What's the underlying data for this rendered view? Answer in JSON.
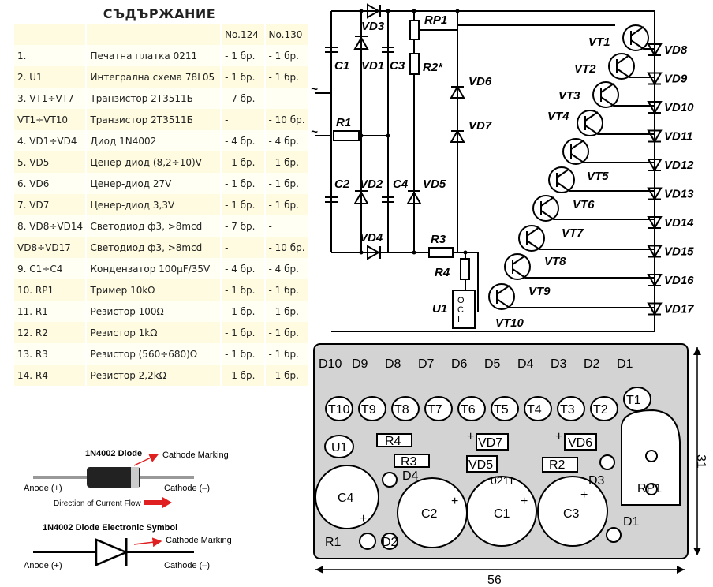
{
  "bom": {
    "title": "СЪДЪРЖАНИЕ",
    "header": [
      "",
      "",
      "No.124",
      "No.130"
    ],
    "rows": [
      [
        "1.",
        "Печатна платка 0211",
        "- 1 бр.",
        "- 1 бр."
      ],
      [
        "2. U1",
        "Интегрална схема 78L05",
        "- 1 бр.",
        "- 1 бр."
      ],
      [
        "3. VT1÷VT7",
        "Транзистор 2Т3511Б",
        "- 7 бр.",
        "-"
      ],
      [
        "VT1÷VT10",
        "Транзистор 2Т3511Б",
        "-",
        "- 10 бр."
      ],
      [
        "4. VD1÷VD4",
        "Диод 1N4002",
        "- 4 бр.",
        "- 4 бр."
      ],
      [
        "5. VD5",
        "Ценер-диод (8,2÷10)V",
        "- 1 бр.",
        "- 1 бр."
      ],
      [
        "6. VD6",
        "Ценер-диод 27V",
        "- 1 бр.",
        "- 1 бр."
      ],
      [
        "7. VD7",
        "Ценер-диод 3,3V",
        "- 1 бр.",
        "- 1 бр."
      ],
      [
        "8. VD8÷VD14",
        "Светодиод ф3, >8mcd",
        "- 7 бр.",
        "-"
      ],
      [
        "VD8÷VD17",
        "Светодиод ф3, >8mcd",
        "-",
        "- 10 бр."
      ],
      [
        "9. C1÷C4",
        "Кондензатор 100µF/35V",
        "- 4 бр.",
        "- 4 бр."
      ],
      [
        "10. RP1",
        "Тример 10kΩ",
        "- 1 бр.",
        "- 1 бр."
      ],
      [
        "11. R1",
        "Резистор 100Ω",
        "- 1 бр.",
        "- 1 бр."
      ],
      [
        "12. R2",
        "Резистор 1kΩ",
        "- 1 бр.",
        "- 1 бр."
      ],
      [
        "13. R3",
        "Резистор (560÷680)Ω",
        "- 1 бр.",
        "- 1 бр."
      ],
      [
        "14. R4",
        "Резистор 2,2kΩ",
        "- 1 бр.",
        "- 1 бр."
      ]
    ]
  },
  "diode_info": {
    "title": "1N4002 Diode",
    "cathode_marking": "Cathode Marking",
    "anode": "Anode (+)",
    "cathode": "Cathode (–)",
    "direction": "Direction of Current Flow",
    "symbol_title": "1N4002 Diode Electronic Symbol",
    "cathode_marking2": "Cathode Marking",
    "anode2": "Anode (+)",
    "cathode2": "Cathode (–)"
  },
  "schematic": {
    "labels": {
      "vd3": "VD3",
      "rp1": "RP1",
      "c1": "C1",
      "vd1": "VD1",
      "c3": "C3",
      "r2": "R2*",
      "vd6": "VD6",
      "vd7": "VD7",
      "r1": "R1",
      "c2": "C2",
      "vd2": "VD2",
      "c4": "C4",
      "vd5": "VD5",
      "vd4": "VD4",
      "r3": "R3",
      "r4": "R4",
      "u1": "U1",
      "ac1": "~",
      "ac2": "~",
      "u1_pins": [
        "O",
        "C",
        "I"
      ]
    },
    "transistors": [
      "VT1",
      "VT2",
      "VT3",
      "VT4",
      "VT5",
      "VT6",
      "VT7",
      "VT8",
      "VT9",
      "VT10"
    ],
    "leds": [
      "VD8",
      "VD9",
      "VD10",
      "VD11",
      "VD12",
      "VD13",
      "VD14",
      "VD15",
      "VD16",
      "VD17"
    ]
  },
  "pcb": {
    "top_labels": [
      "D10",
      "D9",
      "D8",
      "D7",
      "D6",
      "D5",
      "D4",
      "D3",
      "D2",
      "D1"
    ],
    "transistor_pads": [
      "T10",
      "T9",
      "T8",
      "T7",
      "T6",
      "T5",
      "T4",
      "T3",
      "T2",
      "T1"
    ],
    "parts": {
      "u1": "U1",
      "r4": "R4",
      "vd7": "VD7",
      "vd6": "VD6",
      "r3": "R3",
      "d4": "D4",
      "vd5": "VD5",
      "r2": "R2",
      "d3": "D3",
      "rp1": "RP1",
      "c4": "C4",
      "c2": "C2",
      "c1": "C1",
      "c3": "C3",
      "r1": "R1",
      "d2": "D2",
      "d1": "D1",
      "board_code": "0211"
    },
    "plus": "+",
    "width": "56",
    "height": "31"
  }
}
